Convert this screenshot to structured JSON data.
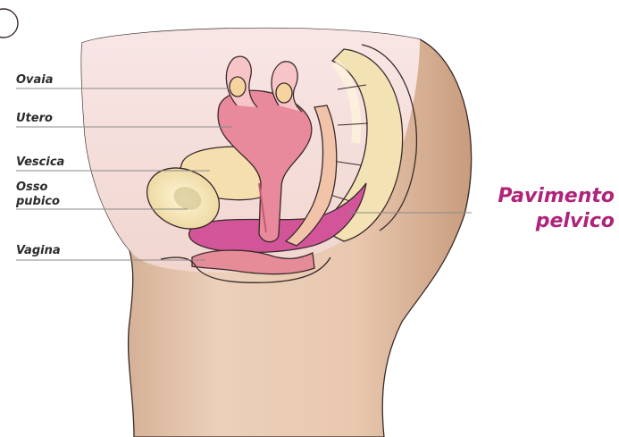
{
  "labels": {
    "ovaries": "Ovaia",
    "uterus": "Utero",
    "bladder": "Vescica",
    "pubic_bone_line1": "Osso",
    "pubic_bone_line2": "pubico",
    "vagina": "Vagina",
    "pelvic_floor_line1": "Pavimento",
    "pelvic_floor_line2": "pelvico"
  },
  "colors": {
    "highlight": "#b0237a",
    "skin": "#e8c6ad",
    "pelvic_floor": "#d2559a",
    "uterus": "#e88a9c",
    "bone": "#f3e3b0",
    "label_text": "#2b2b2b"
  }
}
